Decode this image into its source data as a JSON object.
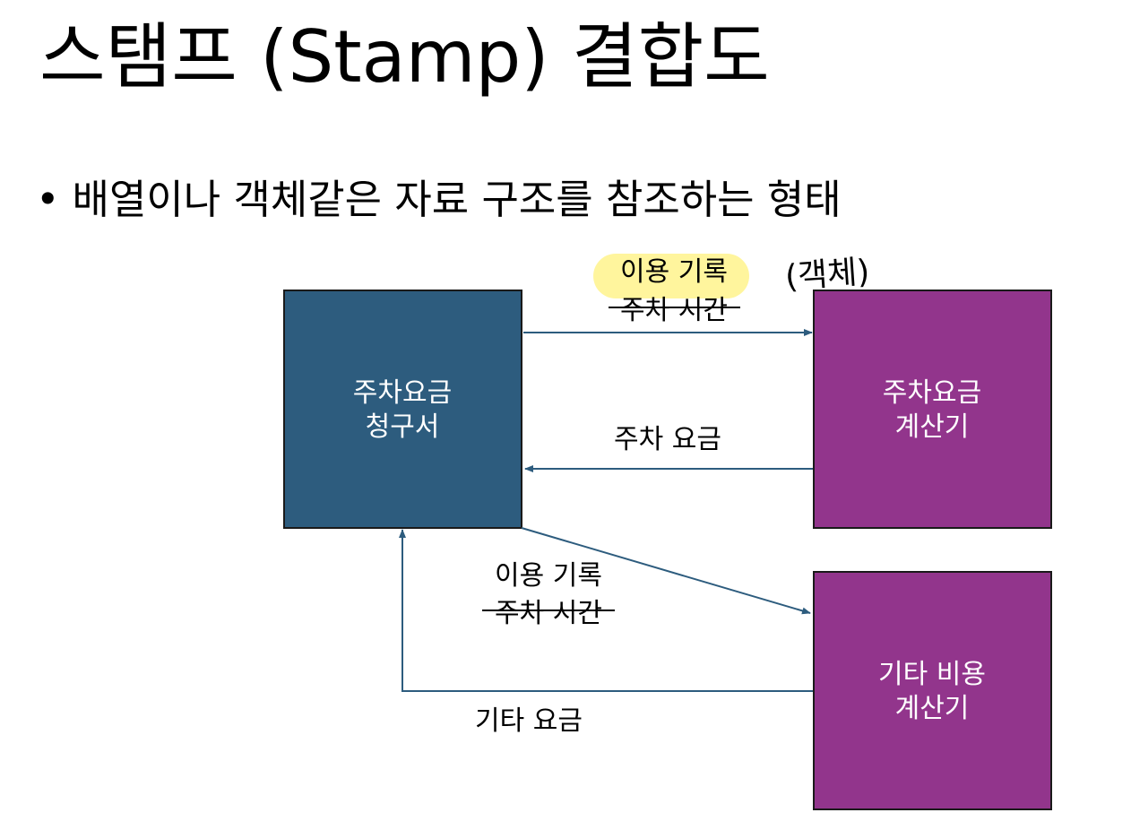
{
  "slide": {
    "title": "스탬프 (Stamp) 결합도",
    "bullet": "배열이나 객체같은 자료 구조를 참조하는 형태"
  },
  "colors": {
    "invoice_box": "#2d5c7e",
    "calculator_box": "#92358c",
    "arrow": "#2d5c7e",
    "highlight": "#fff59d"
  },
  "nodes": {
    "invoice": {
      "line1": "주차요금",
      "line2": "청구서"
    },
    "parking_calc": {
      "line1": "주차요금",
      "line2": "계산기"
    },
    "other_calc": {
      "line1": "기타 비용",
      "line2": "계산기"
    }
  },
  "edges": {
    "to_parking_calc": {
      "line1": "이용 기록",
      "line2": "주차 시간"
    },
    "from_parking_calc": {
      "label": "주차 요금"
    },
    "to_other_calc": {
      "line1": "이용 기록",
      "line2": "주차 시간"
    },
    "from_other_calc": {
      "label": "기타 요금"
    }
  },
  "annotation": {
    "handwritten": "(객체)",
    "highlighted_label": "이용 기록",
    "struck_label": "주차 시간"
  }
}
